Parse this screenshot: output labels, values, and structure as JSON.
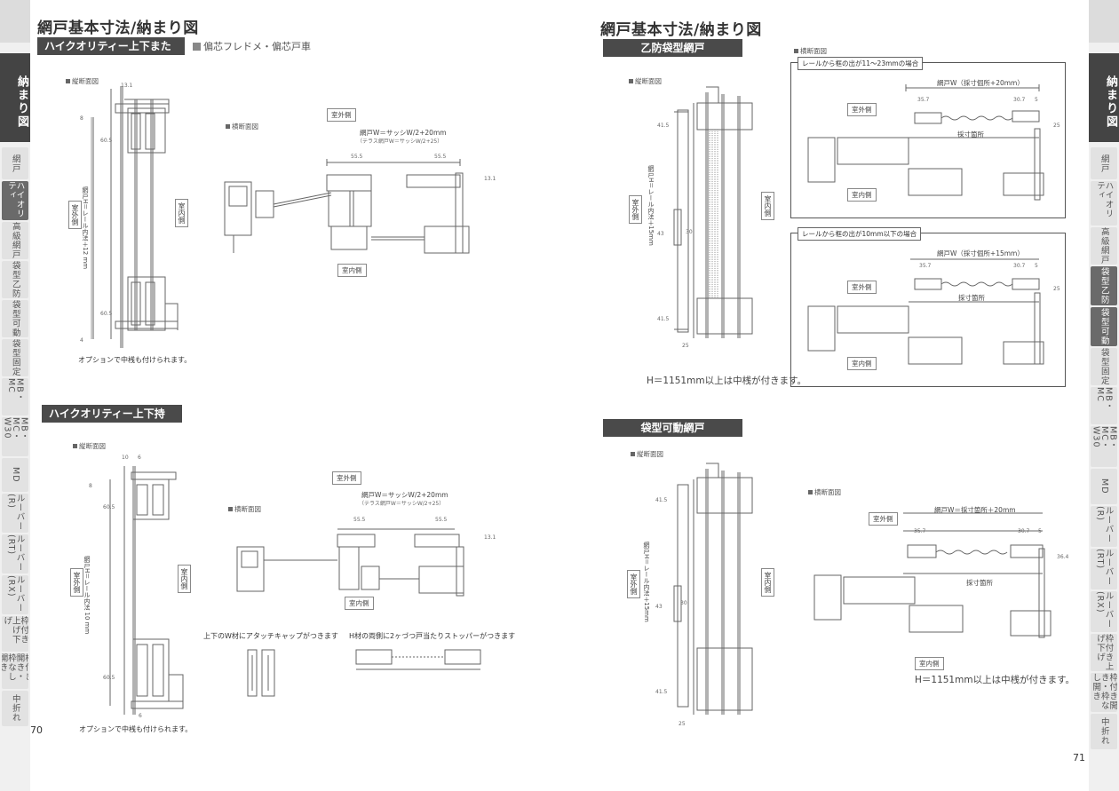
{
  "left_page": {
    "title": "網戸基本寸法/納まり図",
    "sec1": {
      "bar": "ハイクオリティー上下またぎ",
      "sub": "偏芯フレドメ・偏芯戸車",
      "vert_label": "縦断面図",
      "horiz_label": "横断面図",
      "outdoor": "室外側",
      "indoor": "室内側",
      "dim_width": "網戸W＝サッシW/2+20mm",
      "dim_width2": "（テラス網戸W＝サッシW/2+25）",
      "dim_h": "網戸H＝レール内法＋12 mm",
      "dims": [
        "55.5",
        "55.5",
        "13.1",
        "13.1",
        "60.5",
        "60.5",
        "8",
        "4"
      ],
      "note": "オプションで中桟も付けられます。"
    },
    "sec2": {
      "bar": "ハイクオリティー上下持出し",
      "vert_label": "縦断面図",
      "horiz_label": "横断面図",
      "outdoor": "室外側",
      "indoor": "室内側",
      "dim_width": "網戸W＝サッシW/2+20mm",
      "dim_width2": "（テラス網戸W＝サッシW/2+25）",
      "dim_h": "網戸H＝レール内法 10 mm",
      "dims": [
        "55.5",
        "55.5",
        "13.1",
        "10",
        "6",
        "60.5",
        "60.5",
        "8",
        "6"
      ],
      "note_left": "上下のW材にアタッチキャップがつきます",
      "note_right": "H材の両側に2ヶづつ戸当たりストッパーがつきます",
      "note": "オプションで中桟も付けられます。"
    },
    "page_number": "70"
  },
  "right_page": {
    "title": "網戸基本寸法/納まり図",
    "sec1": {
      "bar": "乙防袋型網戸",
      "vert_label": "縦断面図",
      "horiz_label": "横断面図",
      "outdoor": "室外側",
      "indoor": "室内側",
      "dim_h": "網戸H＝レール内法＋15mm",
      "dims_v": [
        "41.5",
        "41.5",
        "43",
        "30"
      ],
      "dim_b": "25",
      "note": "H＝1151mm以上は中桟が付きます。",
      "case1": {
        "caption": "レールから框の出が11～23mmの場合",
        "width": "網戸W（採寸個所+20mm）",
        "d1": "35.7",
        "d2": "30.7",
        "d3": "5",
        "d4": "25",
        "measure": "採寸箇所",
        "outdoor": "室外側",
        "indoor": "室内側"
      },
      "case2": {
        "caption": "レールから框の出が10mm以下の場合",
        "width": "網戸W（採寸個所+15mm）",
        "d1": "35.7",
        "d2": "30.7",
        "d3": "5",
        "d4": "25",
        "measure": "採寸箇所",
        "outdoor": "室外側",
        "indoor": "室内側"
      }
    },
    "sec2": {
      "bar": "袋型可動網戸",
      "vert_label": "縦断面図",
      "horiz_label": "横断面図",
      "outdoor": "室外側",
      "indoor": "室内側",
      "dim_h": "網戸H＝レール内法＋15mm",
      "dims_v": [
        "41.5",
        "41.5",
        "43",
        "30"
      ],
      "dim_b": "25",
      "width": "網戸W＝採寸箇所＋20mm",
      "d1": "35.7",
      "d2": "30.7",
      "d3": "5",
      "d4": "36.4",
      "measure": "採寸箇所",
      "note": "H＝1151mm以上は中桟が付きます。"
    },
    "page_number": "71"
  },
  "tabs": {
    "main": "納まり図",
    "items": [
      "網戸",
      "ハイオリティ",
      "高級網戸",
      "袋型乙防",
      "袋型可動",
      "袋型固定",
      "MB・MC",
      "MB・MC・W30",
      "MD",
      "ルーバー(R)",
      "ルーバー(RT)",
      "ルーバー(RX)",
      "枠付き上げ下げ",
      "枠付き開き・枠なし開き",
      "中折れ"
    ],
    "left_active": "ハイオリティ",
    "right_active": [
      "袋型乙防",
      "袋型可動"
    ]
  }
}
